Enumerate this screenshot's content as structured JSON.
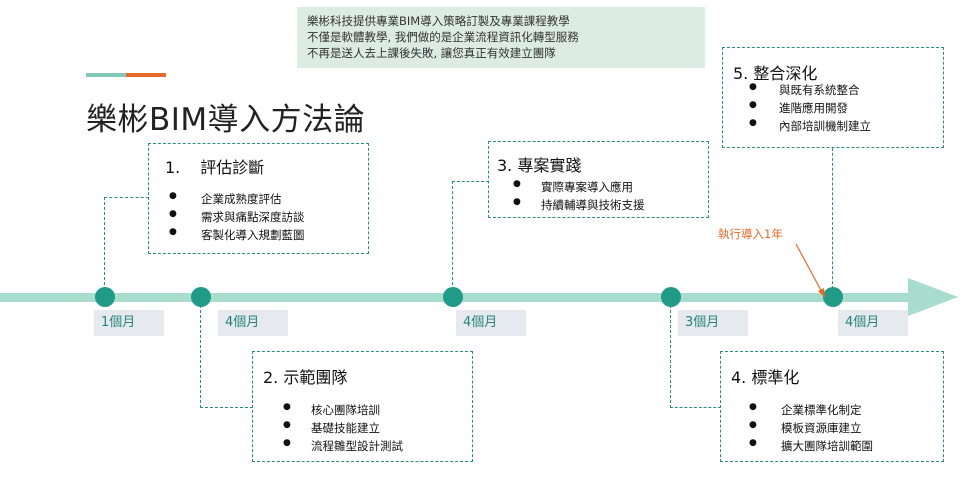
{
  "intro": {
    "lines": [
      "樂彬科技提供專業BIM導入策略訂製及專業課程教學",
      "不僅是軟體教學, 我們做的是企業流程資訊化轉型服務",
      "不再是送人去上課後失敗, 讓您真正有效建立團隊"
    ]
  },
  "title": "樂彬BIM導入方法論",
  "phases": [
    {
      "num": "1.",
      "name": "評估診斷",
      "items": [
        "企業成熟度評估",
        "需求與痛點深度訪談",
        "客製化導入規劃藍圖"
      ],
      "duration": "1個月"
    },
    {
      "heading": "2. 示範團隊",
      "items": [
        "核心團隊培訓",
        "基礎技能建立",
        "流程雛型設計測試"
      ],
      "duration": "4個月"
    },
    {
      "heading": "3. 專案實踐",
      "items": [
        "實際專案導入應用",
        "持續輔導與技術支援"
      ],
      "duration": "4個月"
    },
    {
      "heading": "4. 標準化",
      "items": [
        "企業標準化制定",
        "模板資源庫建立",
        "擴大團隊培訓範圍"
      ],
      "duration": "3個月"
    },
    {
      "heading": "5. 整合深化",
      "items": [
        "與既有系統整合",
        "進階應用開發",
        "內部培訓機制建立"
      ],
      "duration": "4個月"
    }
  ],
  "annotation": "執行導入1年",
  "bullet": "●",
  "colors": {
    "teal": "#1f9b87",
    "timeline": "#a8dccd",
    "orange": "#e76a2a",
    "label_bg": "#e6e9ee",
    "intro_bg": "#dcebe4"
  }
}
